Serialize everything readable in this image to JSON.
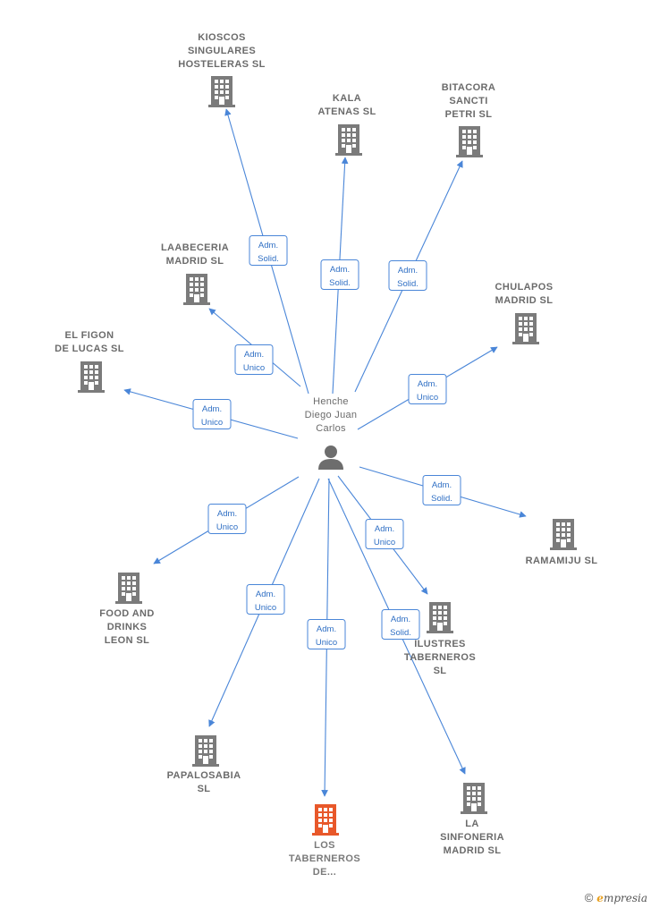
{
  "center": {
    "lines": [
      "Henche",
      "Diego Juan",
      "Carlos"
    ],
    "icon": "person-icon"
  },
  "companies": [
    {
      "id": "kioscos",
      "lines": [
        "KIOSCOS",
        "SINGULARES",
        "HOSTELERAS SL"
      ],
      "relation": [
        "Adm.",
        "Solid."
      ],
      "highlight": false
    },
    {
      "id": "kala",
      "lines": [
        "KALA",
        "ATENAS  SL"
      ],
      "relation": [
        "Adm.",
        "Solid."
      ],
      "highlight": false
    },
    {
      "id": "bitacora",
      "lines": [
        "BITACORA",
        "SANCTI",
        "PETRI  SL"
      ],
      "relation": [
        "Adm.",
        "Solid."
      ],
      "highlight": false
    },
    {
      "id": "laabeceria",
      "lines": [
        "LAABECERIA",
        "MADRID  SL"
      ],
      "relation": [
        "Adm.",
        "Unico"
      ],
      "highlight": false
    },
    {
      "id": "chulapos",
      "lines": [
        "CHULAPOS",
        "MADRID  SL"
      ],
      "relation": [
        "Adm.",
        "Unico"
      ],
      "highlight": false
    },
    {
      "id": "elfigon",
      "lines": [
        "EL FIGON",
        "DE LUCAS  SL"
      ],
      "relation": [
        "Adm.",
        "Unico"
      ],
      "highlight": false
    },
    {
      "id": "ramamiju",
      "lines": [
        "RAMAMIJU  SL"
      ],
      "relation": [
        "Adm.",
        "Solid."
      ],
      "highlight": false
    },
    {
      "id": "foodanddrinks",
      "lines": [
        "FOOD AND",
        "DRINKS",
        "LEON  SL"
      ],
      "relation": [
        "Adm.",
        "Unico"
      ],
      "highlight": false
    },
    {
      "id": "ilustres",
      "lines": [
        "ILUSTRES",
        "TABERNEROS",
        "SL"
      ],
      "relation": [
        "Adm.",
        "Unico"
      ],
      "highlight": false
    },
    {
      "id": "papalosabia",
      "lines": [
        "PAPALOSABIA",
        "SL"
      ],
      "relation": [
        "Adm.",
        "Unico"
      ],
      "highlight": false
    },
    {
      "id": "lostaberneros",
      "lines": [
        "LOS",
        "TABERNEROS",
        "DE..."
      ],
      "relation": [
        "Adm.",
        "Unico"
      ],
      "highlight": true
    },
    {
      "id": "lasinfoneria",
      "lines": [
        "LA",
        "SINFONERIA",
        "MADRID  SL"
      ],
      "relation": [
        "Adm.",
        "Solid."
      ],
      "highlight": false
    }
  ],
  "colors": {
    "edge": "#4a86d8",
    "building": "#7b7b7b",
    "building_highlight": "#e8582a",
    "person": "#6d6d6d"
  },
  "footer": {
    "copyright": "©",
    "brand_initial": "e",
    "brand_rest": "mpresia"
  }
}
